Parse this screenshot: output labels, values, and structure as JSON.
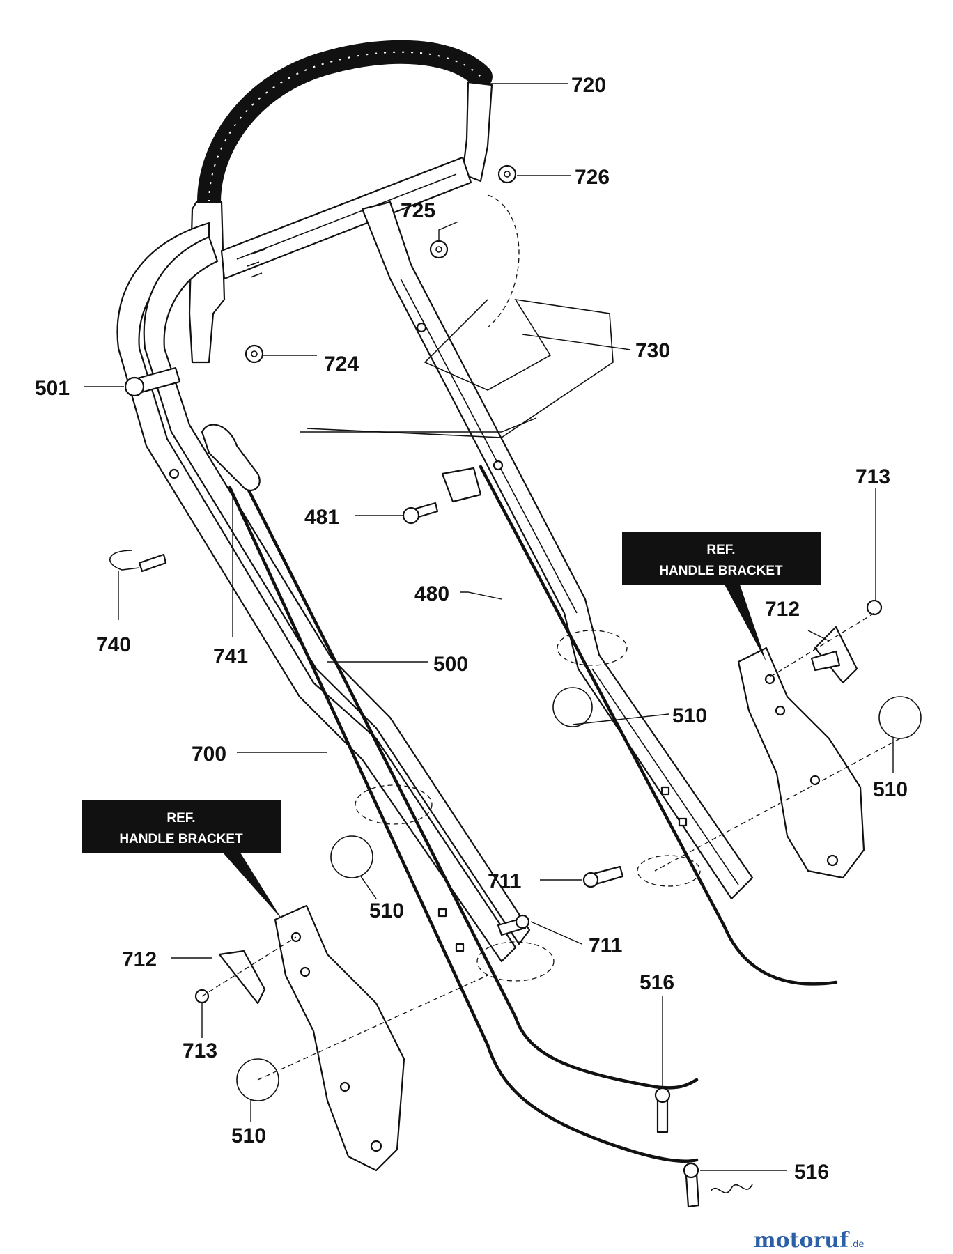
{
  "diagram": {
    "parts": [
      {
        "id": "720",
        "label": "720"
      },
      {
        "id": "726",
        "label": "726"
      },
      {
        "id": "725",
        "label": "725"
      },
      {
        "id": "724",
        "label": "724"
      },
      {
        "id": "730",
        "label": "730"
      },
      {
        "id": "501",
        "label": "501"
      },
      {
        "id": "713a",
        "label": "713"
      },
      {
        "id": "481",
        "label": "481"
      },
      {
        "id": "480",
        "label": "480"
      },
      {
        "id": "712a",
        "label": "712"
      },
      {
        "id": "740",
        "label": "740"
      },
      {
        "id": "741",
        "label": "741"
      },
      {
        "id": "500",
        "label": "500"
      },
      {
        "id": "510a",
        "label": "510"
      },
      {
        "id": "510b",
        "label": "510"
      },
      {
        "id": "700",
        "label": "700"
      },
      {
        "id": "510c",
        "label": "510"
      },
      {
        "id": "711a",
        "label": "711"
      },
      {
        "id": "711b",
        "label": "711"
      },
      {
        "id": "712b",
        "label": "712"
      },
      {
        "id": "516a",
        "label": "516"
      },
      {
        "id": "713b",
        "label": "713"
      },
      {
        "id": "510d",
        "label": "510"
      },
      {
        "id": "516b",
        "label": "516"
      }
    ],
    "ref_boxes": [
      {
        "line1": "REF.",
        "line2": "HANDLE BRACKET"
      },
      {
        "line1": "REF.",
        "line2": "HANDLE BRACKET"
      }
    ]
  },
  "watermark": {
    "text": "motoruf",
    "suffix": ".de",
    "color": "#2b5fa8"
  }
}
